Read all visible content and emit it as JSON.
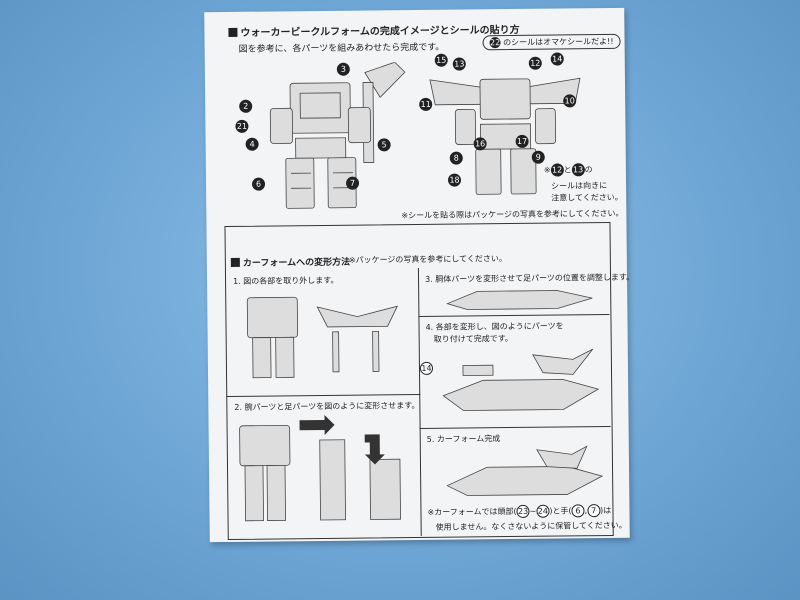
{
  "sticker_section": {
    "title": "ウォーカービークルフォームの完成イメージとシールの貼り方",
    "instruction": "図を参考に、各パーツを組みあわせたら完成です。",
    "bonus_note_number": "22",
    "bonus_note": "のシールはオマケシールだよ!!",
    "callouts_left": [
      "3",
      "2",
      "21",
      "4",
      "5",
      "6",
      "7"
    ],
    "callouts_right": [
      "15",
      "13",
      "12",
      "14",
      "11",
      "10",
      "16",
      "17",
      "8",
      "9",
      "18"
    ],
    "side_note_a": "12",
    "side_note_b": "13",
    "side_note_text_1": "と",
    "side_note_text_2": "の",
    "side_note_text_3": "シールは向きに",
    "side_note_text_4": "注意してください。",
    "footer_note": "※シールを貼る際はパッケージの写真を参考にしてください。"
  },
  "transform_section": {
    "title": "カーフォームへの変形方法",
    "subtitle": "※パッケージの写真を参考にしてください。",
    "steps": [
      {
        "label": "1. 図の各部を取り外します。"
      },
      {
        "label": "2. 腕パーツと足パーツを図のように変形させます。"
      },
      {
        "label": "3. 胴体パーツを変形させて足パーツの位置を調整します。"
      },
      {
        "label": "4. 各部を変形し、図のようにパーツを"
      },
      {
        "label": "取り付けて完成です。"
      },
      {
        "label": "5. カーフォーム完成"
      }
    ],
    "step4_callout": "14",
    "bottom_note_1": "※カーフォームでは頭部",
    "bottom_note_range_a": "23",
    "bottom_note_range_b": "24",
    "bottom_note_2": "と手",
    "bottom_note_hand_a": "6",
    "bottom_note_hand_b": "7",
    "bottom_note_3": "は",
    "bottom_note_4": "使用しません。なくさないように保管してください。"
  }
}
